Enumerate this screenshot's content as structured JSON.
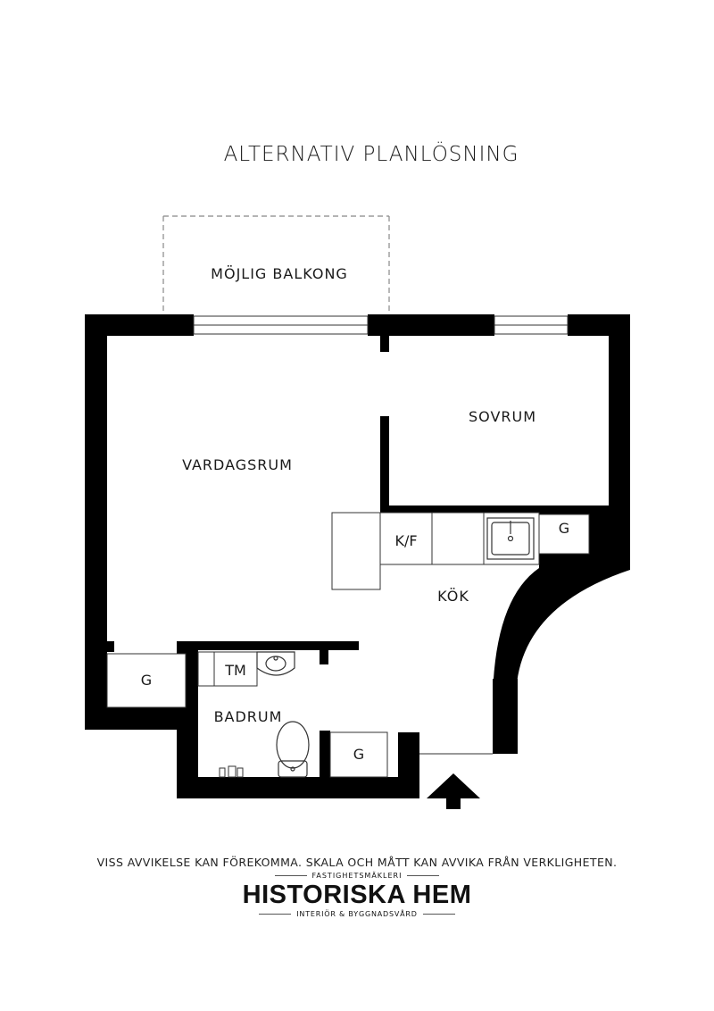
{
  "title": "ALTERNATIV PLANLÖSNING",
  "rooms": {
    "balcony": "MÖJLIG BALKONG",
    "bedroom": "SOVRUM",
    "living_room": "VARDAGSRUM",
    "kitchen": "KÖK",
    "bathroom": "BADRUM"
  },
  "fixtures": {
    "fridge_freezer": "K/F",
    "washing_machine": "TM",
    "closet_label": "G"
  },
  "disclaimer": "VISS AVVIKELSE KAN FÖREKOMMA. SKALA OCH MÅTT KAN AVVIKA FRÅN VERKLIGHETEN.",
  "logo": {
    "tagline_top": "FASTIGHETSMÄKLERI",
    "name": "HISTORISKA HEM",
    "tagline_bottom": "INTERIÖR & BYGGNADSVÅRD"
  },
  "icons": {
    "entrance": "entrance-arrow-icon",
    "sink": "sink-icon",
    "washbasin": "washbasin-icon",
    "toilet": "toilet-icon"
  }
}
